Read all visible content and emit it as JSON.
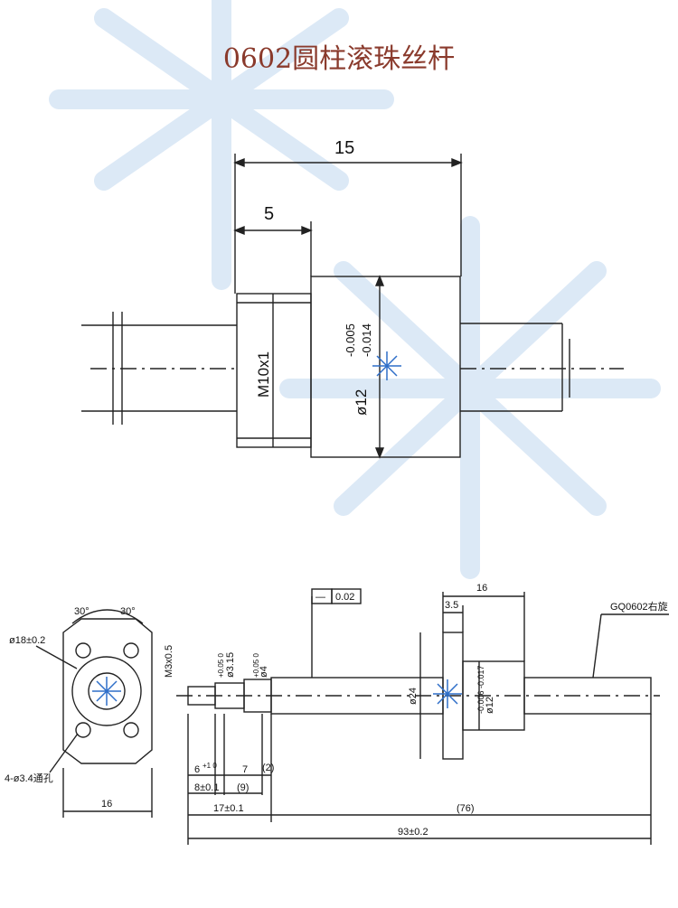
{
  "title": "0602圆柱滚珠丝杆",
  "top_view": {
    "dim_overall_length": "15",
    "dim_thread_length": "5",
    "thread_label": "M10x1",
    "diameter_label": "ø12",
    "tol_upper": "-0.005",
    "tol_lower": "-0.014"
  },
  "end_view": {
    "angle_left": "30°",
    "angle_right": "30°",
    "flange_diameter": "ø18±0.2",
    "holes": "4-ø3.4通孔",
    "width": "16"
  },
  "shaft_view": {
    "straightness_symbol": "—",
    "straightness_value": "0.02",
    "thread_spec": "M3x0.5",
    "dia_a": "ø3.15",
    "dia_a_tol": "+0.05 0",
    "dia_b": "ø4",
    "dia_b_tol": "+0.05 0",
    "nut_length": "16",
    "flange_thickness": "3.5",
    "flange_dia": "ø24",
    "nut_dia": "ø12",
    "nut_dia_tol": "-0.006 -0.017",
    "screw_model": "GQ0602右旋",
    "d_6": "6",
    "d_6_tol": "+1 0",
    "d_7": "7",
    "d_2": "(2)",
    "d_8": "8±0.1",
    "d_9": "(9)",
    "d_17": "17±0.1",
    "d_76": "(76)",
    "d_93": "93±0.2"
  },
  "colors": {
    "title": "#8a3a2c",
    "watermark": "#cfe0f2",
    "line": "#222222",
    "accent": "#2f6fc9"
  }
}
